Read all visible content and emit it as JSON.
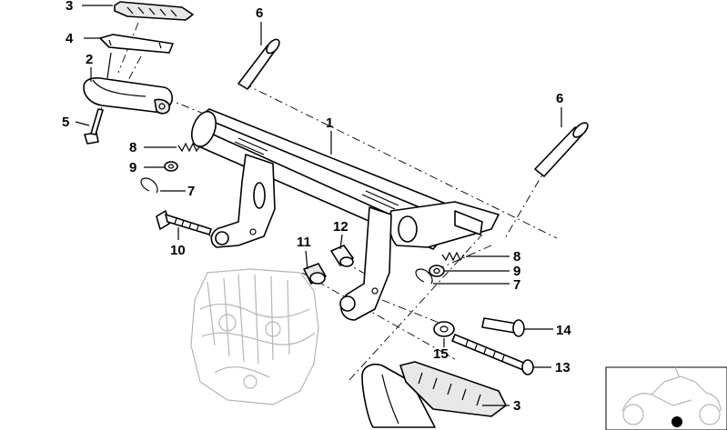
{
  "callouts": [
    {
      "id": "c3a",
      "text": "3"
    },
    {
      "id": "c4",
      "text": "4"
    },
    {
      "id": "c2",
      "text": "2"
    },
    {
      "id": "c5",
      "text": "5"
    },
    {
      "id": "c6a",
      "text": "6"
    },
    {
      "id": "c1",
      "text": "1"
    },
    {
      "id": "c6b",
      "text": "6"
    },
    {
      "id": "c8a",
      "text": "8"
    },
    {
      "id": "c9a",
      "text": "9"
    },
    {
      "id": "c7a",
      "text": "7"
    },
    {
      "id": "c10",
      "text": "10"
    },
    {
      "id": "c11",
      "text": "11"
    },
    {
      "id": "c12",
      "text": "12"
    },
    {
      "id": "c8b",
      "text": "8"
    },
    {
      "id": "c9b",
      "text": "9"
    },
    {
      "id": "c7b",
      "text": "7"
    },
    {
      "id": "c14",
      "text": "14"
    },
    {
      "id": "c15",
      "text": "15"
    },
    {
      "id": "c13",
      "text": "13"
    },
    {
      "id": "c3b",
      "text": "3"
    }
  ],
  "thumbnail": {
    "marker_color": "#000000"
  }
}
